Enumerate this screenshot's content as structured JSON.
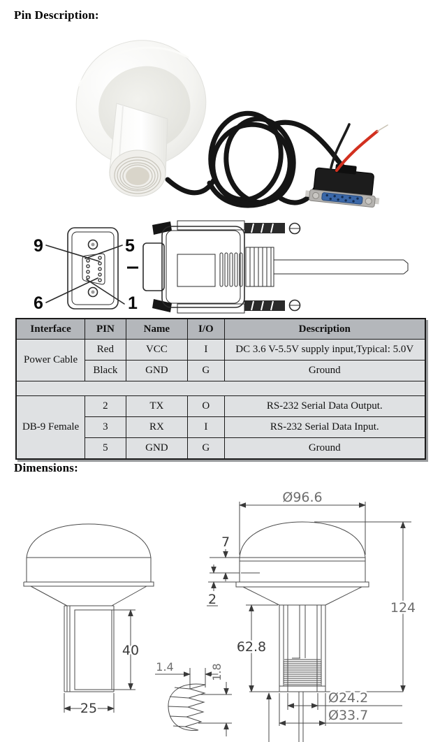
{
  "headings": {
    "pin_description": "Pin Description:",
    "dimensions": "Dimensions:"
  },
  "pin_table": {
    "headers": [
      "Interface",
      "PIN",
      "Name",
      "I/O",
      "Description"
    ],
    "header_bg": "#b4b7bb",
    "cell_bg": "#dfe1e3",
    "groups": [
      {
        "interface": "Power Cable",
        "rows": [
          [
            "Red",
            "VCC",
            "I",
            "DC 3.6 V-5.5V supply input,Typical: 5.0V"
          ],
          [
            "Black",
            "GND",
            "G",
            "Ground"
          ]
        ]
      },
      {
        "interface": "DB-9 Female",
        "rows": [
          [
            "2",
            "TX",
            "O",
            "RS-232 Serial Data Output."
          ],
          [
            "3",
            "RX",
            "I",
            "RS-232 Serial Data Input."
          ],
          [
            "5",
            "GND",
            "G",
            "Ground"
          ]
        ]
      }
    ]
  },
  "connector_diagram": {
    "pin_labels": {
      "top_left": "9",
      "top_right": "5",
      "bottom_left": "6",
      "bottom_right": "1"
    }
  },
  "dimension_drawing": {
    "labels": {
      "top_diameter": "Ø96.6",
      "overall_height": "124",
      "dome_offset_upper": "7",
      "dome_offset_lower": "2",
      "stem_height_left": "40",
      "stem_width": "25",
      "thread_pitch": "1.4",
      "thread_depth": "1.8",
      "stem_height_right": "62.8",
      "inner_diameter": "Ø24.2",
      "outer_diameter": "Ø33.7"
    }
  },
  "photo": {
    "cable_color": "#151515",
    "wire_red": "#d2301f",
    "connector_blue": "#3a67a8",
    "antenna_white": "#f7f7f4"
  }
}
